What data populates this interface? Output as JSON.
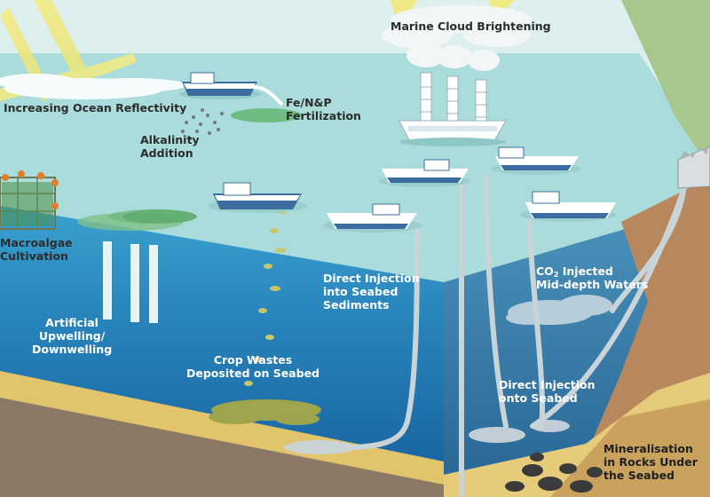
{
  "diagram": {
    "labels": {
      "marine_cloud": "Marine Cloud Brightening",
      "ocean_reflectivity": "Increasing Ocean Reflectivity",
      "fertilization": [
        "Fe/N&P",
        "Fertilization"
      ],
      "alkalinity": [
        "Alkalinity",
        "Addition"
      ],
      "macroalgae": [
        "Macroalgae",
        "Cultivation"
      ],
      "upwelling": [
        "Artificial",
        "Upwelling/",
        "Downwelling"
      ],
      "crop_wastes": [
        "Crop Wastes",
        "Deposited on Seabed"
      ],
      "injection_sediments": [
        "Direct Injection",
        "into Seabed",
        "Sediments"
      ],
      "co2_injected": {
        "prefix": "CO",
        "sub": "2",
        "suffix": " Injected",
        "line2": "Mid-depth Waters"
      },
      "injection_seabed": [
        "Direct Injection",
        "onto Seabed"
      ],
      "mineralisation": [
        "Mineralisation",
        "in Rocks Under",
        "the Seabed"
      ]
    },
    "colors": {
      "sky": "#c6e7e6",
      "sea_surface": "#a8dbd9",
      "water_front": "#1f74ad",
      "water_side": "#2f76a3",
      "seabed_sand": "#e3c56d",
      "seabed_soil": "#8b7865",
      "cliff": "#b6875d",
      "ships": "#3c6d9e",
      "pipes": "#c8d3d8"
    }
  }
}
